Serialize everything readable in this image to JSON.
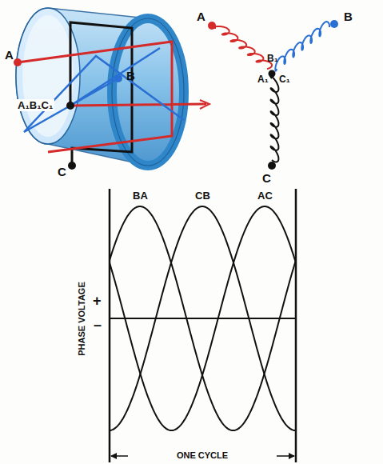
{
  "diagram": {
    "labels": [
      "A",
      "B",
      "A₁B₁C₁",
      "C",
      "A",
      "B",
      "B₁",
      "A₁",
      "C₁",
      "C",
      "BA",
      "CB",
      "AC",
      "PHASE VOLTAGE",
      "+",
      "–",
      "ONE CYCLE"
    ]
  }
}
